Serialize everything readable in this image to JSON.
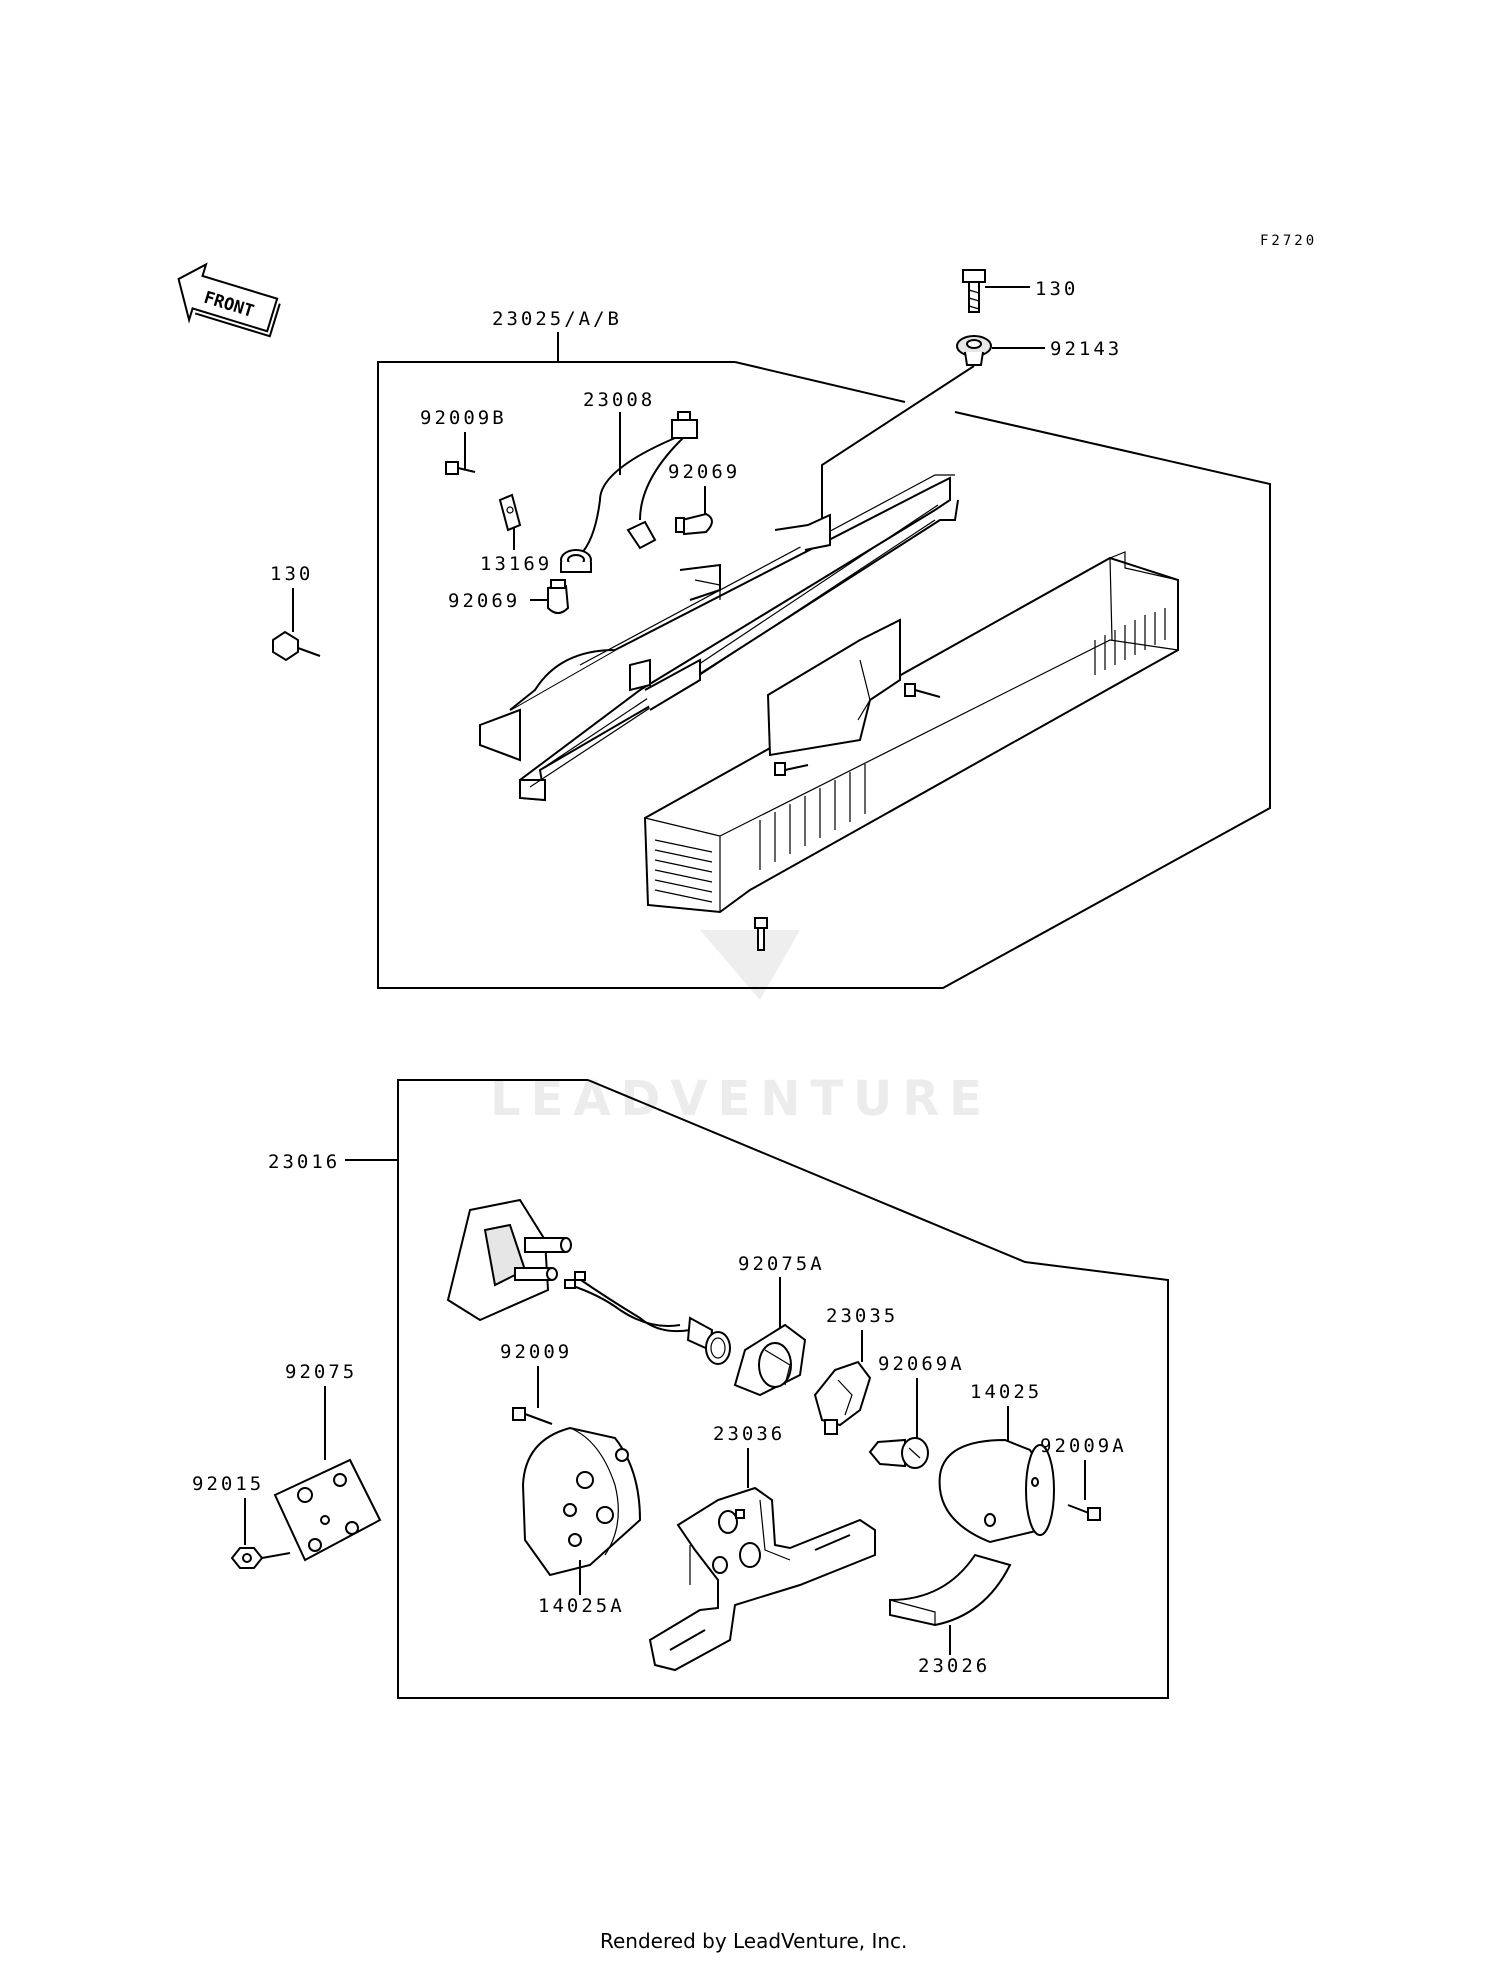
{
  "diagram": {
    "figure_code": "F2720",
    "front_label": "FRONT",
    "watermark": "LEADVENTURE",
    "footer": "Rendered by LeadVenture, Inc.",
    "parts": {
      "p130_top": "130",
      "p92143": "92143",
      "p23025": "23025/A/B",
      "p23008": "23008",
      "p92009B": "92009B",
      "p92069_upper": "92069",
      "p13169": "13169",
      "p92069_lower": "92069",
      "p130_left": "130",
      "p23016": "23016",
      "p92075A": "92075A",
      "p23035": "23035",
      "p92009": "92009",
      "p92069A": "92069A",
      "p14025": "14025",
      "p92075": "92075",
      "p23036": "23036",
      "p92009A": "92009A",
      "p92015": "92015",
      "p14025A": "14025A",
      "p23026": "23026"
    }
  }
}
